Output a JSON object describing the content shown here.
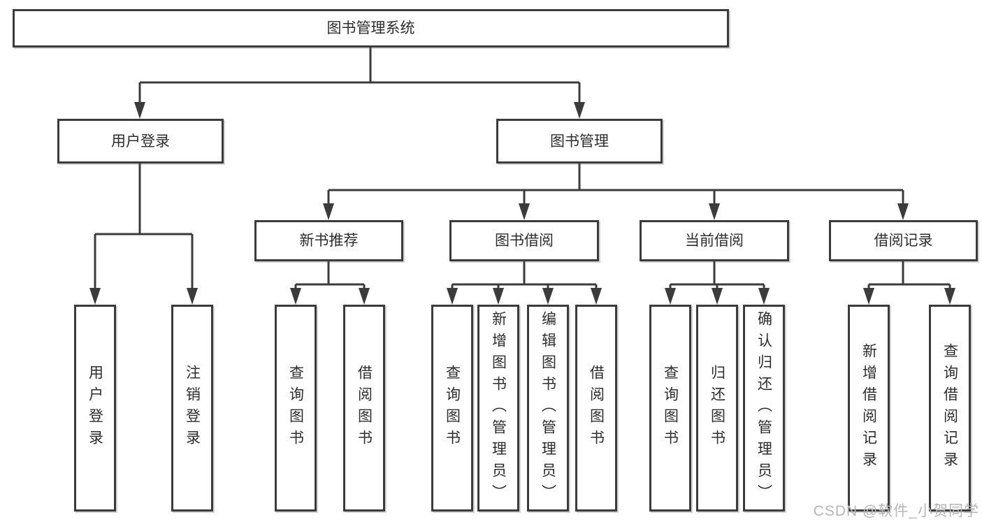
{
  "diagram": {
    "root": {
      "label": "图书管理系统"
    },
    "level2": [
      {
        "label": "用户登录",
        "children": [
          "用户登录",
          "注销登录"
        ]
      },
      {
        "label": "图书管理"
      }
    ],
    "level3": [
      {
        "label": "新书推荐",
        "children": [
          "查询图书",
          "借阅图书"
        ]
      },
      {
        "label": "图书借阅",
        "children": [
          "查询图书",
          "新增图书（管理员）",
          "编辑图书（管理员）",
          "借阅图书"
        ]
      },
      {
        "label": "当前借阅",
        "children": [
          "查询图书",
          "归还图书",
          "确认归还（管理员）"
        ]
      },
      {
        "label": "借阅记录",
        "children": [
          "新增借阅记录",
          "查询借阅记录"
        ]
      }
    ]
  },
  "watermark": {
    "text": "CSDN @软件_小贺同学"
  },
  "colors": {
    "line": "#3b3b3b",
    "text": "#2d2d2d",
    "box_background": "#ffffff",
    "watermark": "#b5b5b5",
    "page_background": "#ffffff"
  }
}
